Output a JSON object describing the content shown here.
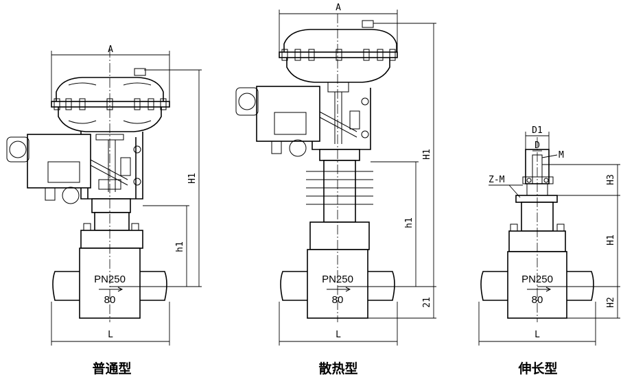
{
  "valves": [
    {
      "caption": "普通型",
      "body_pressure": "PN250",
      "body_size": "80",
      "dims": {
        "A": "A",
        "L": "L",
        "H1": "H1",
        "h1": "h1"
      }
    },
    {
      "caption": "散热型",
      "body_pressure": "PN250",
      "body_size": "80",
      "dims": {
        "A": "A",
        "L": "L",
        "H1": "H1",
        "h1": "h1",
        "bottom": "21"
      }
    },
    {
      "caption": "伸长型",
      "body_pressure": "PN250",
      "body_size": "80",
      "dims": {
        "L": "L",
        "D1": "D1",
        "D": "D",
        "M": "M",
        "ZM": "Z-M",
        "H3": "H3",
        "H1": "H1",
        "H2": "H2"
      }
    }
  ]
}
